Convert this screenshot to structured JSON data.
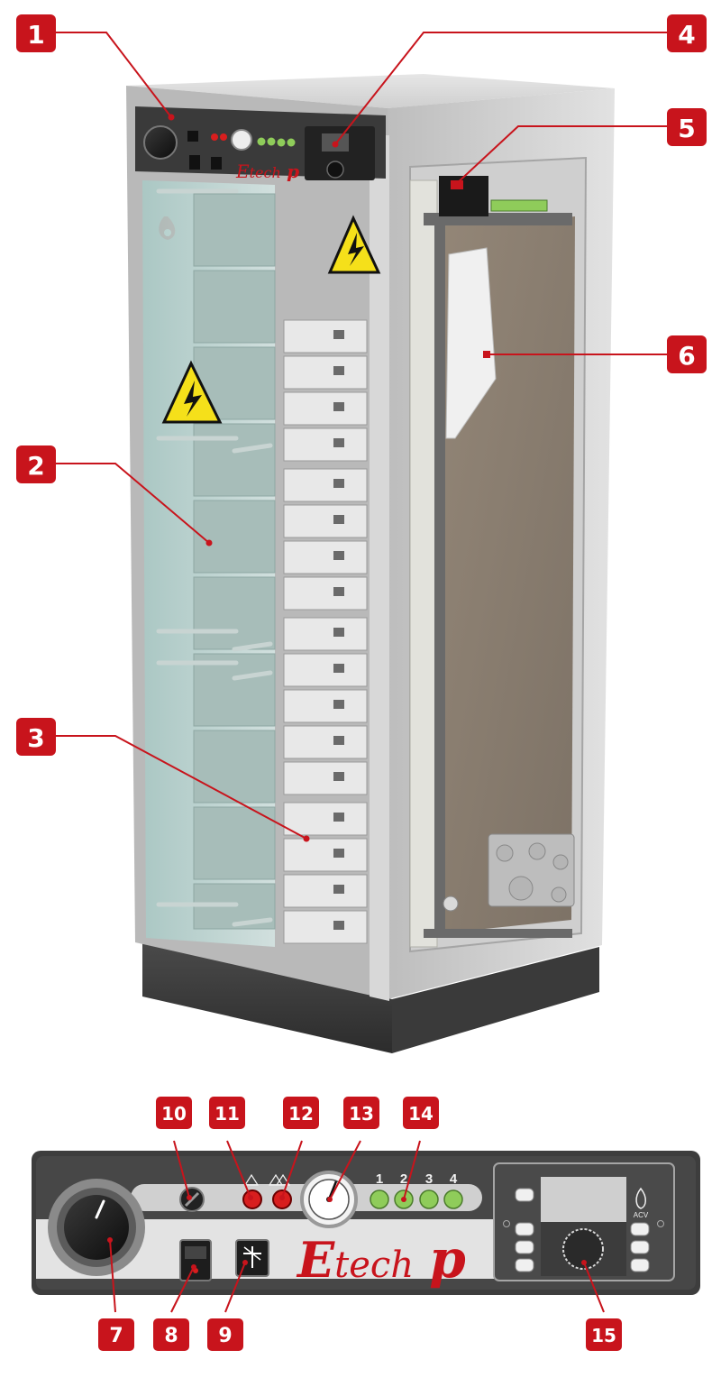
{
  "callouts": {
    "c1": "1",
    "c2": "2",
    "c3": "3",
    "c4": "4",
    "c5": "5",
    "c6": "6",
    "c7": "7",
    "c8": "8",
    "c9": "9",
    "c10": "10",
    "c11": "11",
    "c12": "12",
    "c13": "13",
    "c14": "14",
    "c15": "15"
  },
  "brand": {
    "e": "E",
    "tech": "tech",
    "p": "p",
    "acv": "ACV"
  },
  "led_numbers": {
    "n1": "1",
    "n2": "2",
    "n3": "3",
    "n4": "4"
  },
  "colors": {
    "badge": "#c8141c",
    "leader": "#c8141c",
    "cabinet": "#c9c9c9",
    "panel": "#333333",
    "led_green": "#8fcc5a",
    "led_red": "#d81e1e",
    "warning": "#f5e01a",
    "insulation": "#8a7e72",
    "glass": "#b8d4d0"
  },
  "icons": {
    "warning": "high-voltage-warning-icon",
    "knob": "thermostat-knob-icon",
    "fuse": "fuse-holder-icon",
    "gauge": "pressure-gauge-icon",
    "flame": "acv-flame-logo-icon",
    "switch": "power-switch-icon",
    "reset": "safety-reset-icon",
    "dial": "controller-dial-icon"
  }
}
